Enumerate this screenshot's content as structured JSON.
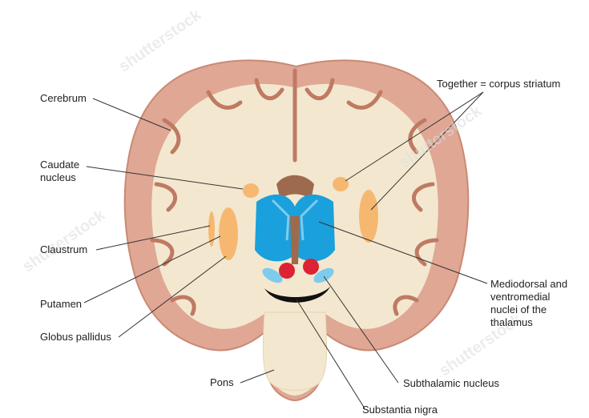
{
  "labels": {
    "cerebrum": "Cerebrum",
    "caudate": "Caudate\nnucleus",
    "claustrum": "Claustrum",
    "putamen": "Putamen",
    "globus": "Globus pallidus",
    "together": "Together = corpus striatum",
    "mediodorsal": "Mediodorsal and\nventromedial\nnuclei of the\nthalamus",
    "pons": "Pons",
    "subthalamic": "Subthalamic nucleus",
    "substantia": "Substantia nigra"
  },
  "watermark": "shutterstock",
  "colors": {
    "cortex": "#e0a795",
    "cortex_dark": "#bf7a63",
    "white_matter": "#f3e8cf",
    "thalamus": "#1aa0dc",
    "thalamus_light": "#7fcbee",
    "basal": "#f6b870",
    "red": "#dd2233",
    "nigra": "#111111",
    "line": "#333333"
  }
}
